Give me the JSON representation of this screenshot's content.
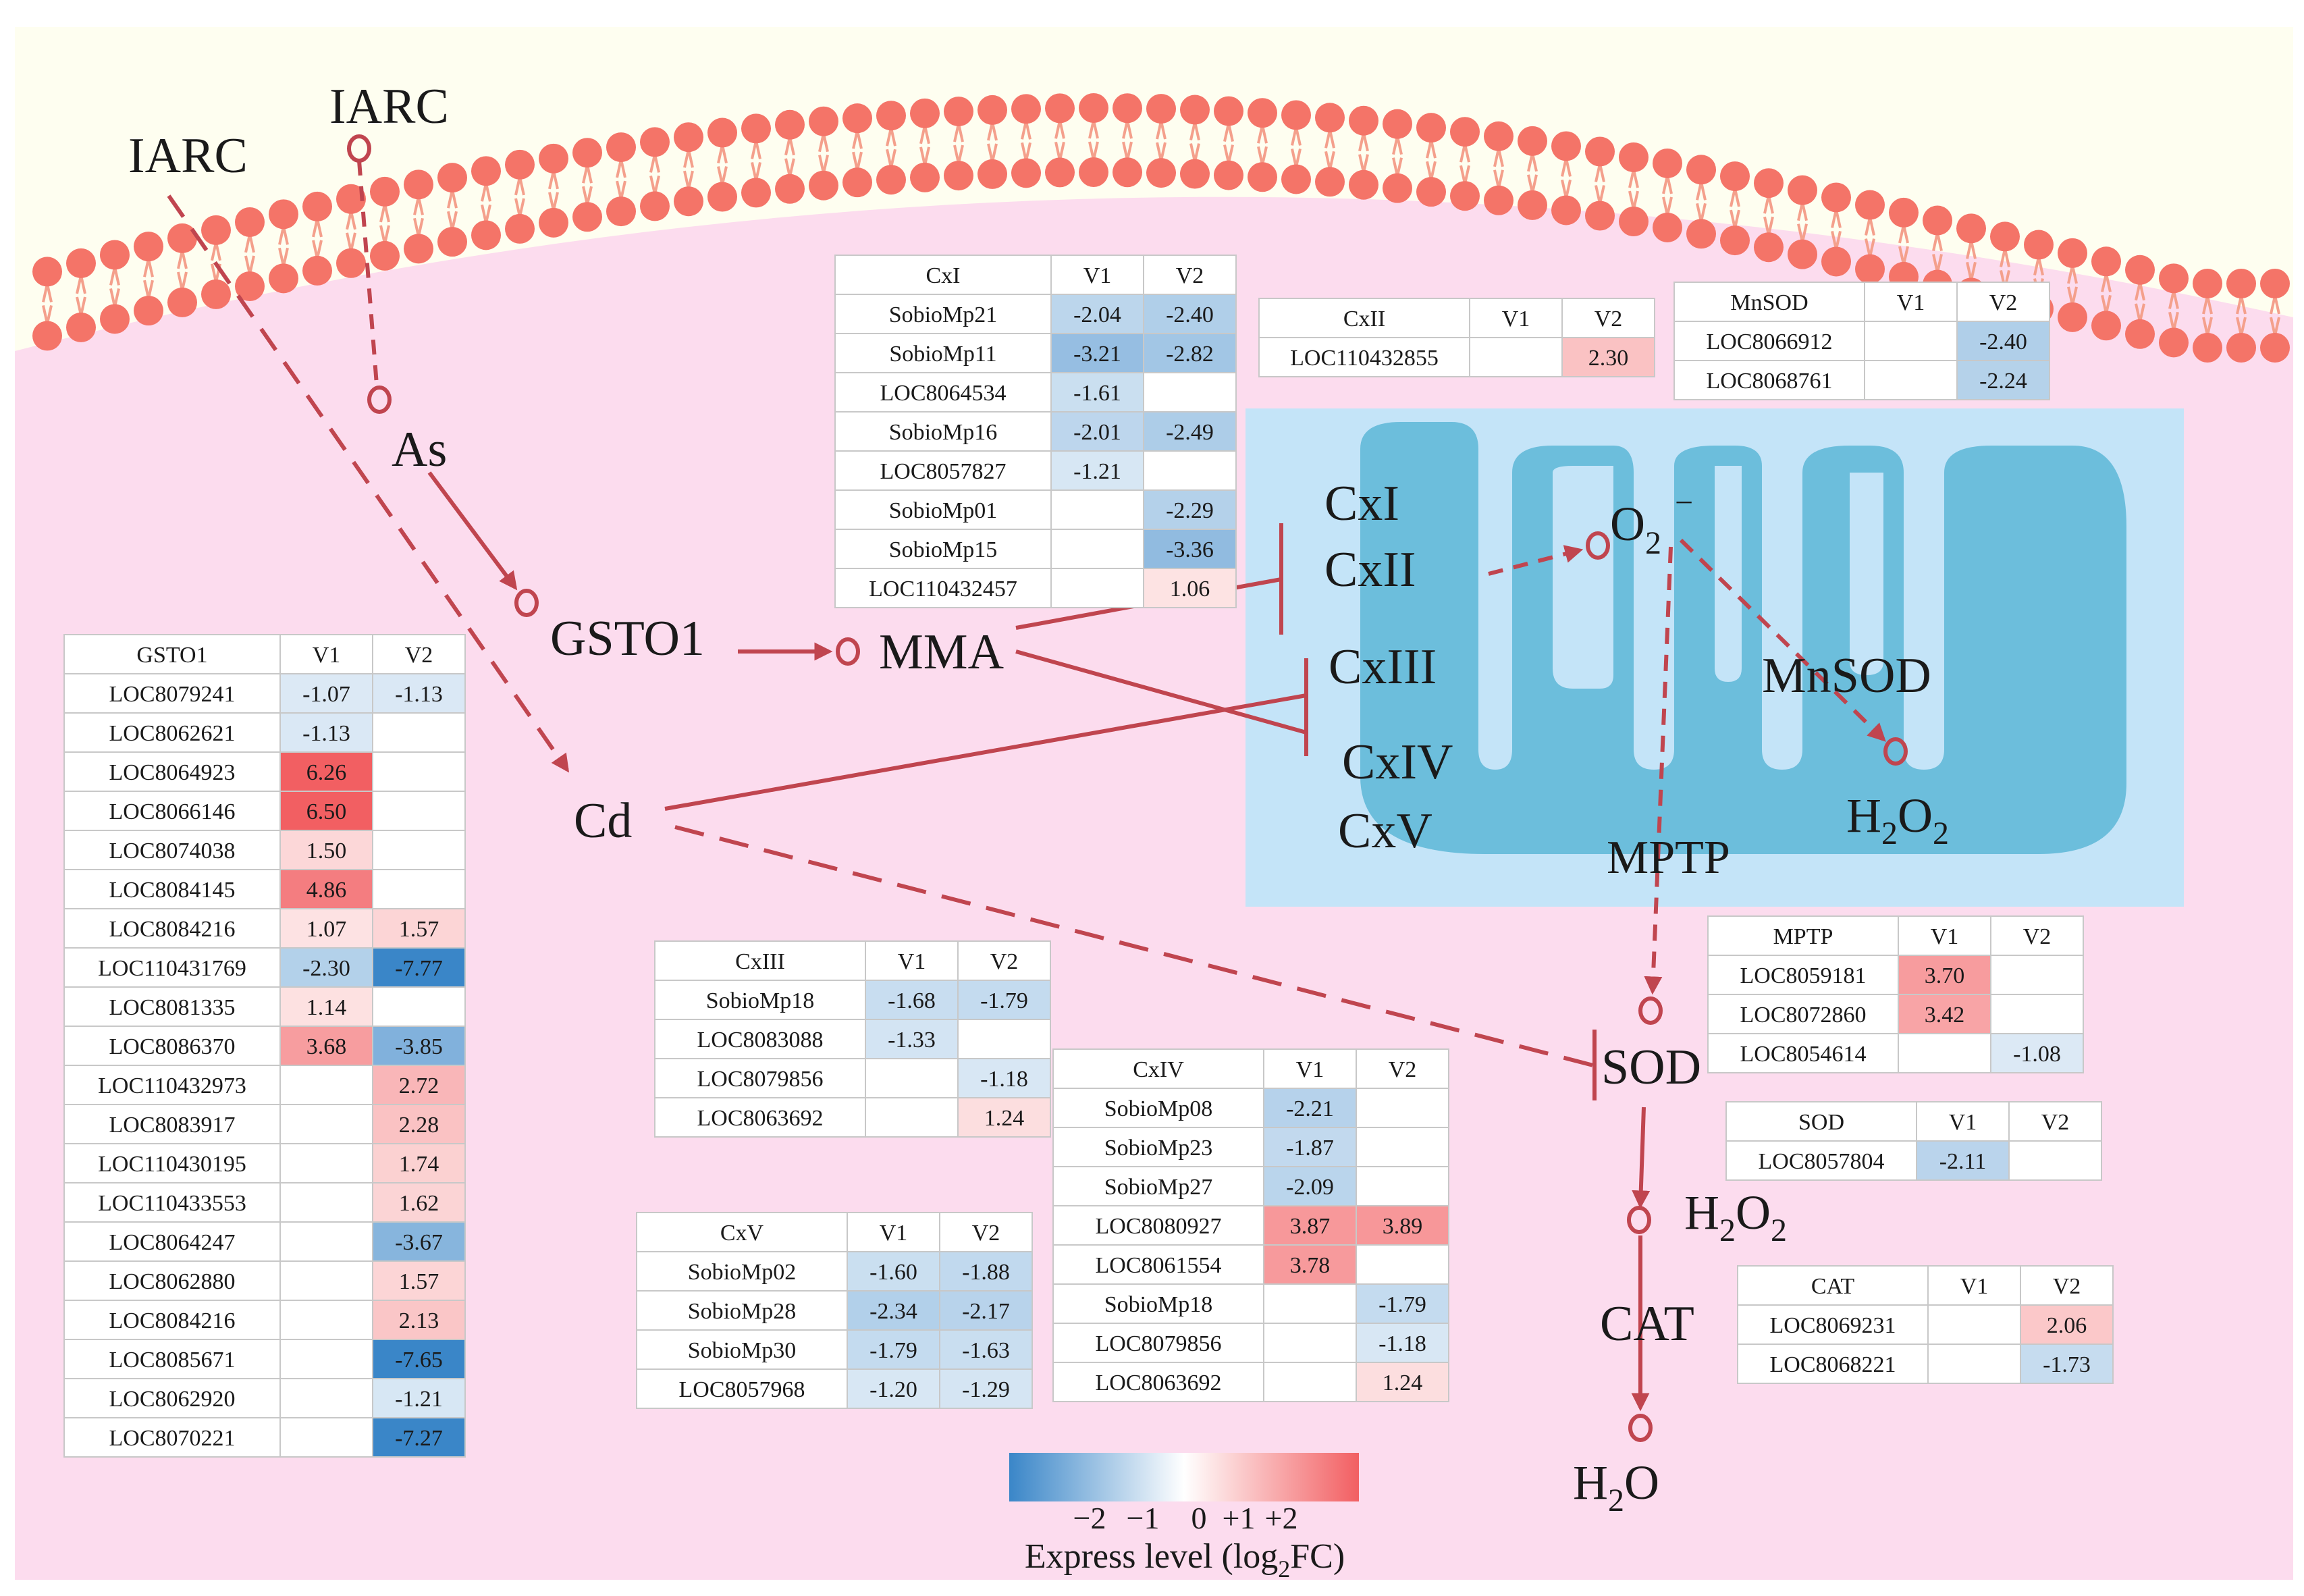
{
  "labels": {
    "iarc_outer": "IARC",
    "iarc_inner": "IARC",
    "as": "As",
    "gsto1": "GSTO1",
    "mma": "MMA",
    "cd": "Cd",
    "cx1": "CxI",
    "cx2": "CxII",
    "cx3": "CxIII",
    "cx4": "CxIV",
    "cx5": "CxV",
    "o2": "O",
    "o2_sub": "2",
    "o2_sup": "−",
    "mnsod": "MnSOD",
    "h2o2_mito_h1": "H",
    "h2o2_mito_s1": "2",
    "h2o2_mito_h2": "O",
    "h2o2_mito_s2": "2",
    "mptp": "MPTP",
    "sod": "SOD",
    "h2o2_cyt_h1": "H",
    "h2o2_cyt_s1": "2",
    "h2o2_cyt_h2": "O",
    "h2o2_cyt_s2": "2",
    "cat": "CAT",
    "h2o_h": "H",
    "h2o_s": "2",
    "h2o_o": "O"
  },
  "legend": {
    "ticks": [
      "−2",
      "−1",
      "0",
      "+1",
      "+2"
    ],
    "title_a": "Express level (log",
    "title_sub": "2",
    "title_b": "FC)",
    "color_low": "#3a86c8",
    "color_mid": "#ffffff",
    "color_high": "#f25f62"
  },
  "colors": {
    "background_outside": "#fefef0",
    "cytoplasm": "#fcdcee",
    "membrane_head": "#f47468",
    "membrane_tail": "#f4a08c",
    "mito_box": "#c4e4f8",
    "mito_shape": "#6cbedc",
    "arrow": "#c0454f"
  },
  "tables": [
    {
      "id": "cx1",
      "header": [
        "CxI",
        "V1",
        "V2"
      ],
      "rows": [
        [
          "SobioMp21",
          "-2.04",
          "-2.40"
        ],
        [
          "SobioMp11",
          "-3.21",
          "-2.82"
        ],
        [
          "LOC8064534",
          "-1.61",
          ""
        ],
        [
          "SobioMp16",
          "-2.01",
          "-2.49"
        ],
        [
          "LOC8057827",
          "-1.21",
          ""
        ],
        [
          "SobioMp01",
          "",
          "-2.29"
        ],
        [
          "SobioMp15",
          "",
          "-3.36"
        ],
        [
          "LOC110432457",
          "",
          "1.06"
        ]
      ]
    },
    {
      "id": "cx2",
      "header": [
        "CxII",
        "V1",
        "V2"
      ],
      "rows": [
        [
          "LOC110432855",
          "",
          "2.30"
        ]
      ]
    },
    {
      "id": "mnsod",
      "header": [
        "MnSOD",
        "V1",
        "V2"
      ],
      "rows": [
        [
          "LOC8066912",
          "",
          "-2.40"
        ],
        [
          "LOC8068761",
          "",
          "-2.24"
        ]
      ]
    },
    {
      "id": "gsto1",
      "header": [
        "GSTO1",
        "V1",
        "V2"
      ],
      "rows": [
        [
          "LOC8079241",
          "-1.07",
          "-1.13"
        ],
        [
          "LOC8062621",
          "-1.13",
          ""
        ],
        [
          "LOC8064923",
          "6.26",
          ""
        ],
        [
          "LOC8066146",
          "6.50",
          ""
        ],
        [
          "LOC8074038",
          "1.50",
          ""
        ],
        [
          "LOC8084145",
          "4.86",
          ""
        ],
        [
          "LOC8084216",
          "1.07",
          "1.57"
        ],
        [
          "LOC110431769",
          "-2.30",
          "-7.77"
        ],
        [
          "LOC8081335",
          "1.14",
          ""
        ],
        [
          "LOC8086370",
          "3.68",
          "-3.85"
        ],
        [
          "LOC110432973",
          "",
          "2.72"
        ],
        [
          "LOC8083917",
          "",
          "2.28"
        ],
        [
          "LOC110430195",
          "",
          "1.74"
        ],
        [
          "LOC110433553",
          "",
          "1.62"
        ],
        [
          "LOC8064247",
          "",
          "-3.67"
        ],
        [
          "LOC8062880",
          "",
          "1.57"
        ],
        [
          "LOC8084216",
          "",
          "2.13"
        ],
        [
          "LOC8085671",
          "",
          "-7.65"
        ],
        [
          "LOC8062920",
          "",
          "-1.21"
        ],
        [
          "LOC8070221",
          "",
          "-7.27"
        ]
      ]
    },
    {
      "id": "cx3",
      "header": [
        "CxIII",
        "V1",
        "V2"
      ],
      "rows": [
        [
          "SobioMp18",
          "-1.68",
          "-1.79"
        ],
        [
          "LOC8083088",
          "-1.33",
          ""
        ],
        [
          "LOC8079856",
          "",
          "-1.18"
        ],
        [
          "LOC8063692",
          "",
          "1.24"
        ]
      ]
    },
    {
      "id": "cx4",
      "header": [
        "CxIV",
        "V1",
        "V2"
      ],
      "rows": [
        [
          "SobioMp08",
          "-2.21",
          ""
        ],
        [
          "SobioMp23",
          "-1.87",
          ""
        ],
        [
          "SobioMp27",
          "-2.09",
          ""
        ],
        [
          "LOC8080927",
          "3.87",
          "3.89"
        ],
        [
          "LOC8061554",
          "3.78",
          ""
        ],
        [
          "SobioMp18",
          "",
          "-1.79"
        ],
        [
          "LOC8079856",
          "",
          "-1.18"
        ],
        [
          "LOC8063692",
          "",
          "1.24"
        ]
      ]
    },
    {
      "id": "cx5",
      "header": [
        "CxV",
        "V1",
        "V2"
      ],
      "rows": [
        [
          "SobioMp02",
          "-1.60",
          "-1.88"
        ],
        [
          "SobioMp28",
          "-2.34",
          "-2.17"
        ],
        [
          "SobioMp30",
          "-1.79",
          "-1.63"
        ],
        [
          "LOC8057968",
          "-1.20",
          "-1.29"
        ]
      ]
    },
    {
      "id": "mptp",
      "header": [
        "MPTP",
        "V1",
        "V2"
      ],
      "rows": [
        [
          "LOC8059181",
          "3.70",
          ""
        ],
        [
          "LOC8072860",
          "3.42",
          ""
        ],
        [
          "LOC8054614",
          "",
          "-1.08"
        ]
      ]
    },
    {
      "id": "sod",
      "header": [
        "SOD",
        "V1",
        "V2"
      ],
      "rows": [
        [
          "LOC8057804",
          "-2.11",
          ""
        ]
      ]
    },
    {
      "id": "cat",
      "header": [
        "CAT",
        "V1",
        "V2"
      ],
      "rows": [
        [
          "LOC8069231",
          "",
          "2.06"
        ],
        [
          "LOC8068221",
          "",
          "-1.73"
        ]
      ]
    }
  ]
}
